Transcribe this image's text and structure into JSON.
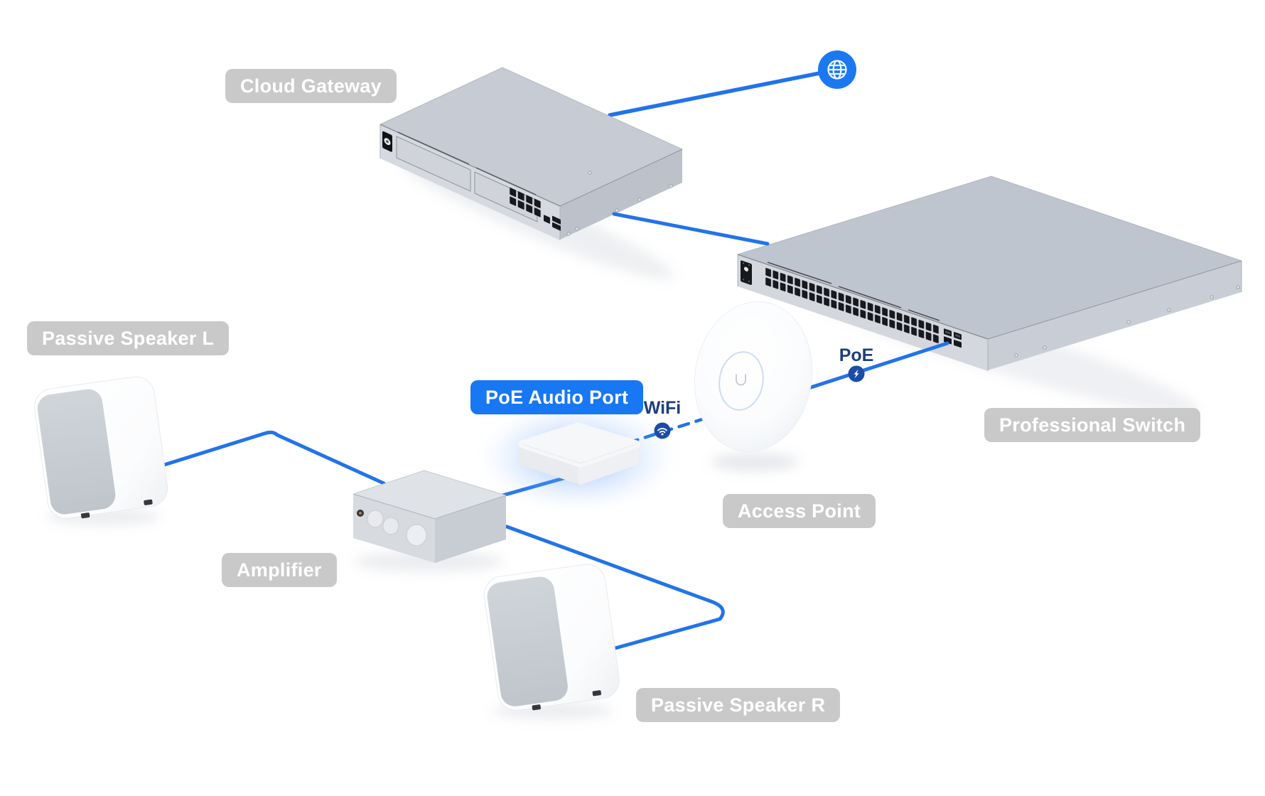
{
  "diagram": {
    "nodes": {
      "internet": {
        "icon": "globe-icon"
      },
      "cloud_gateway": {
        "label": "Cloud Gateway"
      },
      "professional_switch": {
        "label": "Professional Switch"
      },
      "access_point": {
        "label": "Access Point",
        "logo_icon": "ubiquiti-u-logo"
      },
      "poe_audio_port": {
        "label": "PoE Audio Port",
        "highlighted": true
      },
      "amplifier": {
        "label": "Amplifier"
      },
      "passive_speaker_l": {
        "label": "Passive Speaker L"
      },
      "passive_speaker_r": {
        "label": "Passive Speaker R"
      }
    },
    "connections": [
      {
        "from": "internet",
        "to": "cloud_gateway",
        "style": "solid"
      },
      {
        "from": "cloud_gateway",
        "to": "professional_switch",
        "style": "solid"
      },
      {
        "from": "professional_switch",
        "to": "access_point",
        "style": "solid",
        "label": "PoE",
        "badge_icon": "lightning-bolt-icon"
      },
      {
        "from": "access_point",
        "to": "poe_audio_port",
        "style": "dashed",
        "label": "WiFi",
        "badge_icon": "wifi-icon"
      },
      {
        "from": "poe_audio_port",
        "to": "amplifier",
        "style": "solid"
      },
      {
        "from": "amplifier",
        "to": "passive_speaker_l",
        "style": "solid"
      },
      {
        "from": "amplifier",
        "to": "passive_speaker_r",
        "style": "solid"
      }
    ],
    "colors": {
      "connection_blue": "#2273e8",
      "label_gray": "#c9c9c9",
      "label_blue": "#1877f2",
      "badge_navy": "#1b4da6",
      "annotation_navy": "#1d3e7f",
      "globe_blue": "#1a79f0",
      "device_gray_top": "#c3c9d2",
      "glow_blue": "#5a96f7"
    }
  }
}
